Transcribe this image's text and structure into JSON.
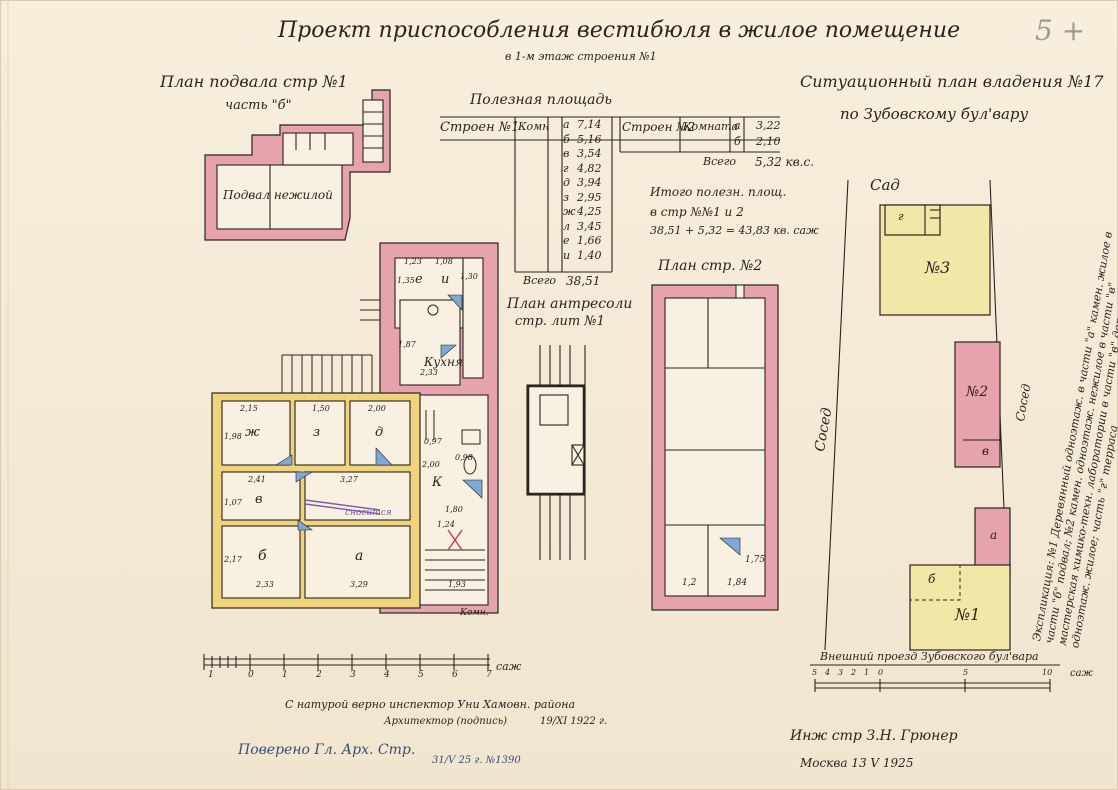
{
  "document": {
    "title": "Проект приспособления вестибюля в жилое помещение",
    "subtitle_note": "в 1-м этаж строения №1",
    "corner_mark": "5 +",
    "basement": {
      "title": "План подвала стр №1",
      "part": "часть \"б\"",
      "room_label": "Подвал нежилой"
    },
    "useful_area": {
      "title": "Полезная площадь",
      "building1_label": "Строен №1",
      "komn_label": "Комн",
      "rooms1": [
        {
          "letter": "а",
          "area": "7,14"
        },
        {
          "letter": "б",
          "area": "5,16"
        },
        {
          "letter": "в",
          "area": "3,54"
        },
        {
          "letter": "г",
          "area": "4,82"
        },
        {
          "letter": "д",
          "area": "3,94"
        },
        {
          "letter": "з",
          "area": "2,95"
        },
        {
          "letter": "ж",
          "area": "4,25"
        },
        {
          "letter": "л",
          "area": "3,45"
        },
        {
          "letter": "е",
          "area": "1,66"
        },
        {
          "letter": "и",
          "area": "1,40"
        }
      ],
      "total1_label": "Всего",
      "total1": "38,51",
      "building2_label": "Строен №2",
      "komnata_label": "Комната",
      "rooms2": [
        {
          "letter": "а",
          "area": "3,22"
        },
        {
          "letter": "б",
          "area": "2,10"
        }
      ],
      "total2_label": "Всего",
      "total2": "5,32 кв.с.",
      "sum_label": "Итого полезн. площ.",
      "sum_sub": "в стр №№1 и 2",
      "sum_formula": "38,51 + 5,32 = 43,83 кв. саж"
    },
    "plan1": {
      "labels": {
        "kitchen": "Кухня",
        "e": "е",
        "i": "и",
        "zh": "ж",
        "z": "з",
        "d": "д",
        "v": "в",
        "b": "б",
        "a": "а",
        "k": "К",
        "komn": "Комн."
      },
      "dims": [
        "1,23",
        "1,08",
        "1,35",
        "1,30",
        "1,87",
        "2,33",
        "2,15",
        "1,50",
        "2,00",
        "1,98",
        "0,97",
        "2,00",
        "2,41",
        "3,27",
        "1,07",
        "1,80",
        "1,24",
        "2,17",
        "2,33",
        "3,29",
        "1,93",
        "0,98"
      ],
      "demolish_note": "сносится"
    },
    "mezzanine": {
      "title": "План антресоли",
      "sub": "стр. лит №1"
    },
    "plan2": {
      "title": "План стр. №2",
      "dims": [
        "1,75",
        "1,2",
        "1,84"
      ]
    },
    "situation": {
      "title": "Ситуационный план владения №17",
      "sub": "по Зубовскому бул'вару",
      "garden": "Сад",
      "neighbor": "Сосед",
      "neighbor2": "Сосед",
      "n3": "№3",
      "n2": "№2",
      "n1": "№1",
      "g": "г",
      "v": "в",
      "a": "а",
      "b": "б",
      "passage": "Внешний проезд Зубовского бул'вара"
    },
    "explication": "Экспликация: №1 Деревянный одноэтаж. в части \"а\" камен. жилое в части \"б\" подвал; №2 камен. одноэтаж. нежилое в части \"в\" мастерская химико-техн. лаборатории в части \"в\" деревян. одноэтаж. жилое; часть \"г\" терраса",
    "scale1": {
      "ticks": [
        "1",
        "0",
        "1",
        "2",
        "3",
        "4",
        "5",
        "6",
        "7"
      ],
      "unit": "саж"
    },
    "scale2": {
      "ticks": [
        "5",
        "4",
        "3",
        "2",
        "1",
        "0",
        "5",
        "10"
      ],
      "unit": "саж"
    },
    "cert1": "С натурой верно инспектор Уни Хамовн. района",
    "cert2": "Архитектор (подпись)",
    "cert2_date": "19/XI 1922 г.",
    "stamp_note": "Поверено Гл. Арх. Стр.",
    "stamp_num": "31/V 25 г. №1390",
    "signature": "Инж стр З.Н. Грюнер",
    "place_date": "Москва 13 V 1925",
    "colors": {
      "pink": "#e7a3ad",
      "yellow": "#efd47d",
      "blue": "#7ea8d6",
      "ink": "#2a2320"
    }
  }
}
